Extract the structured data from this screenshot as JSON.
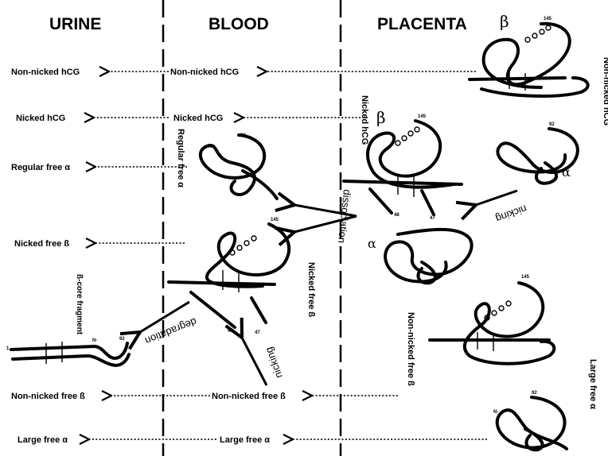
{
  "headers": {
    "urine": "URINE",
    "blood": "BLOOD",
    "placenta": "PLACENTA"
  },
  "urine": {
    "non_nicked_hcg": "Non-nicked hCG",
    "nicked_hcg": "Nicked hCG",
    "regular_free_alpha": "Regular free α",
    "nicked_free_beta": "Nicked free ß",
    "b_core_fragment": "ß-core fragment",
    "non_nicked_free_beta": "Non-nicked free ß",
    "large_free_alpha": "Large free α"
  },
  "blood": {
    "non_nicked_hcg": "Non-nicked hCG",
    "nicked_hcg": "Nicked hCG",
    "regular_free_alpha": "Regular free α",
    "nicked_free_beta": "Nicked free ß",
    "non_nicked_free_beta": "Non-nicked free ß",
    "large_free_alpha": "Large free α"
  },
  "placenta": {
    "non_nicked_hcg": "Non-nicked hCG",
    "nicked_hcg": "Nicked hCG",
    "non_nicked_free_beta": "Non-nicked free ß",
    "large_free_alpha": "Large free α"
  },
  "processes": {
    "dissociation": "dissociation",
    "nicking_top": "nicking",
    "nicking_bottom": "nicking",
    "degradation": "degradation"
  },
  "greek": {
    "beta": "β",
    "alpha": "α"
  },
  "residues": {
    "r145": "145",
    "r92": "92",
    "r48": "48",
    "r47": "47",
    "n_term": "N-",
    "one": "1"
  }
}
